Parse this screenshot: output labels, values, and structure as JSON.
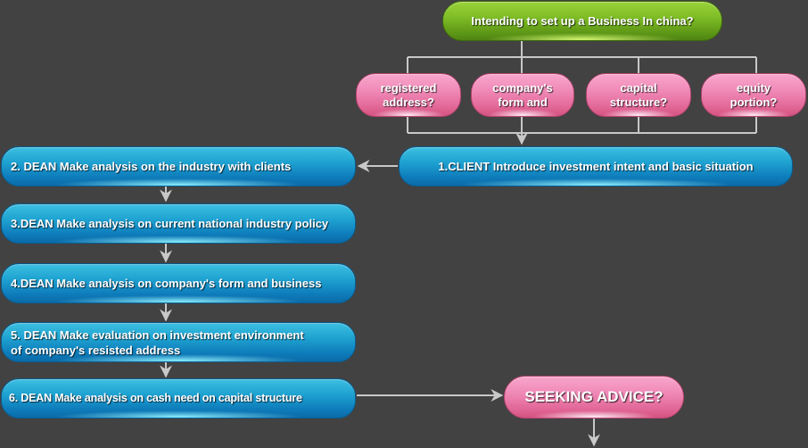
{
  "diagram": {
    "top_question": "Intending to set up a Business In china?",
    "sub_questions": [
      {
        "line1": "registered",
        "line2": "address?"
      },
      {
        "line1": "company's",
        "line2": "form and"
      },
      {
        "line1": "capital",
        "line2": "structure?"
      },
      {
        "line1": "equity",
        "line2": "portion?"
      }
    ],
    "steps": [
      {
        "id": "step-1",
        "text": "1.CLIENT Introduce investment intent and basic situation"
      },
      {
        "id": "step-2",
        "text": "2. DEAN Make analysis on the industry with clients"
      },
      {
        "id": "step-3",
        "text": "3.DEAN Make analysis on current national industry policy"
      },
      {
        "id": "step-4",
        "text": "4.DEAN Make analysis on company's form and business"
      },
      {
        "id": "step-5",
        "line1": "5. DEAN Make evaluation on investment environment",
        "line2": "of company's resisted address"
      },
      {
        "id": "step-6",
        "text": "6. DEAN Make analysis on cash need on capital structure"
      }
    ],
    "final": "SEEKING ADVICE?",
    "colors": {
      "background": "#424242",
      "top_node": "#7fbd26",
      "question_nodes": "#f089b7",
      "step_nodes": "#21a6d3",
      "connectors": "#c8c8c8"
    }
  }
}
